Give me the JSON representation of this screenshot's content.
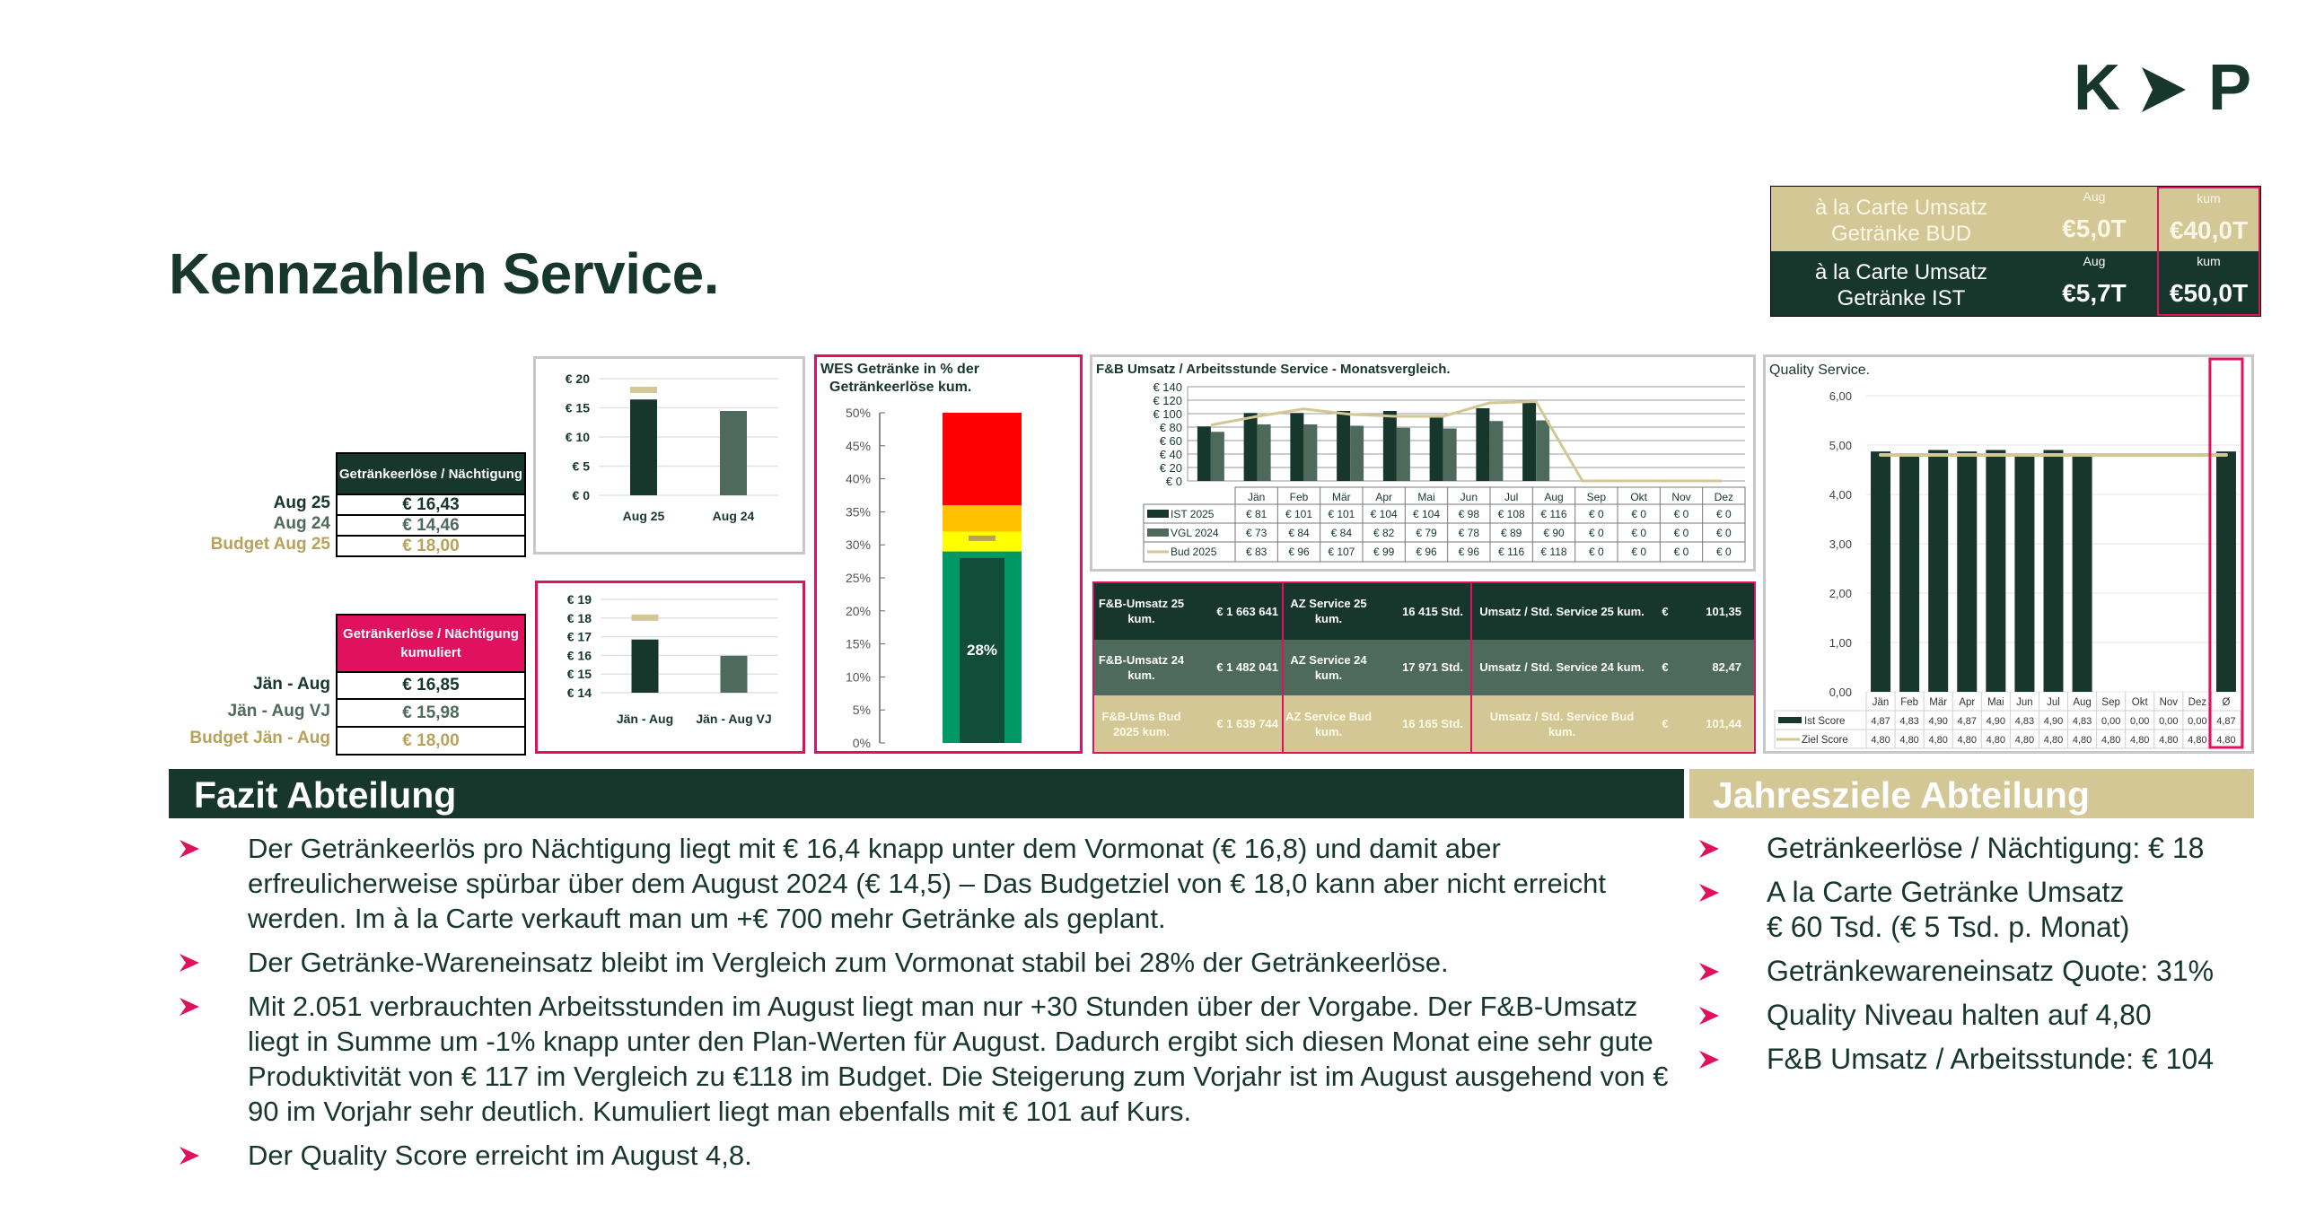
{
  "logo": {
    "letter_left": "K",
    "letter_right": "P"
  },
  "header": {
    "title": "Kennzahlen Service."
  },
  "kpi": {
    "rows": [
      {
        "label_line1": "à la Carte Umsatz",
        "label_line2": "Getränke BUD",
        "aug_label": "Aug",
        "aug_value": "€5,0T",
        "kum_label": "kum",
        "kum_value": "€40,0T"
      },
      {
        "label_line1": "à la Carte Umsatz",
        "label_line2": "Getränke IST",
        "aug_label": "Aug",
        "aug_value": "€5,7T",
        "kum_label": "kum",
        "kum_value": "€50,0T"
      }
    ]
  },
  "monthly_table": {
    "header": "Getränkeerlöse / Nächtigung",
    "rows": [
      {
        "label": "Aug 25",
        "value": "€ 16,43"
      },
      {
        "label": "Aug 24",
        "value": "€ 14,46"
      },
      {
        "label": "Budget Aug 25",
        "value": "€ 18,00"
      }
    ]
  },
  "cumulative_table": {
    "header": "Getränkerlöse / Nächtigung kumuliert",
    "rows": [
      {
        "label": "Jän - Aug",
        "value": "€ 16,85"
      },
      {
        "label": "Jän - Aug VJ",
        "value": "€ 15,98"
      },
      {
        "label": "Budget Jän - Aug",
        "value": "€ 18,00"
      }
    ]
  },
  "fb_summary": {
    "rows": [
      {
        "l1": "F&B-Umsatz 25 kum.",
        "v1": "€  1 663 641",
        "l2": "AZ Service 25 kum.",
        "v2": "16 415 Std.",
        "l3": "Umsatz / Std. Service 25 kum.",
        "cur": "€",
        "v3": "101,35"
      },
      {
        "l1": "F&B-Umsatz 24 kum.",
        "v1": "€  1 482 041",
        "l2": "AZ Service 24 kum.",
        "v2": "17 971 Std.",
        "l3": "Umsatz / Std. Service 24 kum.",
        "cur": "€",
        "v3": "82,47"
      },
      {
        "l1": "F&B-Ums Bud 2025 kum.",
        "v1": "€  1 639 744",
        "l2": "AZ Service Bud kum.",
        "v2": "16 165 Std.",
        "l3": "Umsatz / Std. Service Bud kum.",
        "cur": "€",
        "v3": "101,44"
      }
    ]
  },
  "fazit": {
    "title": "Fazit Abteilung",
    "bullets": [
      "Der Getränkeerlös pro Nächtigung liegt mit € 16,4 knapp unter dem Vormonat (€ 16,8) und damit aber erfreulicherweise spürbar über dem August 2024 (€ 14,5) – Das Budgetziel von € 18,0 kann aber nicht erreicht werden. Im à la Carte verkauft man um +€ 700 mehr Getränke als geplant.",
      "Der Getränke-Wareneinsatz bleibt im Vergleich zum Vormonat stabil bei 28% der Getränkeerlöse.",
      "Mit 2.051 verbrauchten Arbeitsstunden im August liegt man nur +30 Stunden über der Vorgabe. Der F&B-Umsatz liegt in Summe um -1% knapp unter den Plan-Werten für August. Dadurch ergibt sich diesen Monat eine sehr gute Produktivität von € 117 im Vergleich zu €118 im Budget. Die Steigerung zum Vorjahr ist im August ausgehend von € 90 im Vorjahr sehr deutlich. Kumuliert liegt man ebenfalls mit € 101 auf Kurs.",
      "Der Quality Score erreicht im August 4,8."
    ]
  },
  "goals": {
    "title": "Jahresziele Abteilung",
    "bullets": [
      {
        "line1": "Getränkeerlöse / Nächtigung: € 18",
        "line2": ""
      },
      {
        "line1": "A la Carte Getränke Umsatz",
        "line2": "€ 60 Tsd. (€ 5 Tsd. p. Monat)"
      },
      {
        "line1": "Getränkewareneinsatz Quote: 31%",
        "line2": ""
      },
      {
        "line1": "Quality Niveau halten auf 4,80",
        "line2": ""
      },
      {
        "line1": "F&B Umsatz / Arbeitsstunde: € 104",
        "line2": ""
      }
    ]
  },
  "colors": {
    "dark_green": "#17372d",
    "gray_green": "#4e6a5d",
    "tan": "#d3c795",
    "budget_text": "#b8a25a",
    "pink": "#e0115f"
  },
  "chart_data": [
    {
      "type": "bar",
      "title": "",
      "categories": [
        "Aug 25",
        "Aug 24"
      ],
      "values": [
        16.43,
        14.46
      ],
      "budget": 18.0,
      "ylim": [
        0,
        20
      ],
      "yticks": [
        0,
        5,
        10,
        15,
        20
      ],
      "ytick_labels": [
        "€ 0",
        "€ 5",
        "€ 10",
        "€ 15",
        "€ 20"
      ],
      "xlabel": "",
      "ylabel": ""
    },
    {
      "type": "bar",
      "title": "",
      "categories": [
        "Jän - Aug",
        "Jän - Aug VJ"
      ],
      "values": [
        16.85,
        15.98
      ],
      "budget": 18.0,
      "ylim": [
        14,
        19
      ],
      "yticks": [
        14,
        15,
        16,
        17,
        18,
        19
      ],
      "ytick_labels": [
        "€ 14",
        "€ 15",
        "€ 16",
        "€ 17",
        "€ 18",
        "€ 19"
      ],
      "xlabel": "",
      "ylabel": ""
    },
    {
      "type": "bar",
      "title_line1": "WES Getränke in % der",
      "title_line2": "Getränkeerlöse kum.",
      "value": 28,
      "value_label": "28%",
      "budget": 31,
      "ylim": [
        0,
        50
      ],
      "yticks": [
        0,
        5,
        10,
        15,
        20,
        25,
        30,
        35,
        40,
        45,
        50
      ],
      "ytick_labels": [
        "0%",
        "5%",
        "10%",
        "15%",
        "20%",
        "25%",
        "30%",
        "35%",
        "40%",
        "45%",
        "50%"
      ],
      "bands": [
        {
          "from": 0,
          "to": 29,
          "color": "#009966"
        },
        {
          "from": 29,
          "to": 32,
          "color": "#ffff00"
        },
        {
          "from": 32,
          "to": 36,
          "color": "#ffc000"
        },
        {
          "from": 36,
          "to": 50,
          "color": "#ff0000"
        }
      ]
    },
    {
      "type": "bar",
      "title": "F&B Umsatz / Arbeitsstunde Service - Monatsvergleich.",
      "categories": [
        "Jän",
        "Feb",
        "Mär",
        "Apr",
        "Mai",
        "Jun",
        "Jul",
        "Aug",
        "Sep",
        "Okt",
        "Nov",
        "Dez"
      ],
      "ylim": [
        0,
        140
      ],
      "yticks": [
        0,
        20,
        40,
        60,
        80,
        100,
        120,
        140
      ],
      "ytick_labels": [
        "€ 0",
        "€ 20",
        "€ 40",
        "€ 60",
        "€ 80",
        "€ 100",
        "€ 120",
        "€ 140"
      ],
      "series": [
        {
          "name": "IST 2025",
          "kind": "bar",
          "color": "#17372d",
          "values": [
            81,
            101,
            101,
            104,
            104,
            98,
            108,
            116,
            0,
            0,
            0,
            0
          ]
        },
        {
          "name": "VGL 2024",
          "kind": "bar",
          "color": "#4e6a5d",
          "values": [
            73,
            84,
            84,
            82,
            79,
            78,
            89,
            90,
            0,
            0,
            0,
            0
          ]
        },
        {
          "name": "Bud 2025",
          "kind": "line",
          "color": "#d3c795",
          "values": [
            83,
            96,
            107,
            99,
            96,
            96,
            116,
            118,
            0,
            0,
            0,
            0
          ]
        }
      ]
    },
    {
      "type": "bar",
      "title": "Quality Service.",
      "categories": [
        "Jän",
        "Feb",
        "Mär",
        "Apr",
        "Mai",
        "Jun",
        "Jul",
        "Aug",
        "Sep",
        "Okt",
        "Nov",
        "Dez",
        "Ø"
      ],
      "ylim": [
        0,
        6
      ],
      "yticks": [
        0,
        1,
        2,
        3,
        4,
        5,
        6
      ],
      "ytick_labels": [
        "0,00",
        "1,00",
        "2,00",
        "3,00",
        "4,00",
        "5,00",
        "6,00"
      ],
      "series": [
        {
          "name": "Ist Score",
          "kind": "bar",
          "color": "#17372d",
          "values": [
            4.87,
            4.83,
            4.9,
            4.87,
            4.9,
            4.83,
            4.9,
            4.83,
            0,
            0,
            0,
            0,
            4.87
          ]
        },
        {
          "name": "Ziel Score",
          "kind": "line",
          "color": "#d3c795",
          "values": [
            4.8,
            4.8,
            4.8,
            4.8,
            4.8,
            4.8,
            4.8,
            4.8,
            4.8,
            4.8,
            4.8,
            4.8,
            4.8
          ]
        }
      ]
    }
  ]
}
